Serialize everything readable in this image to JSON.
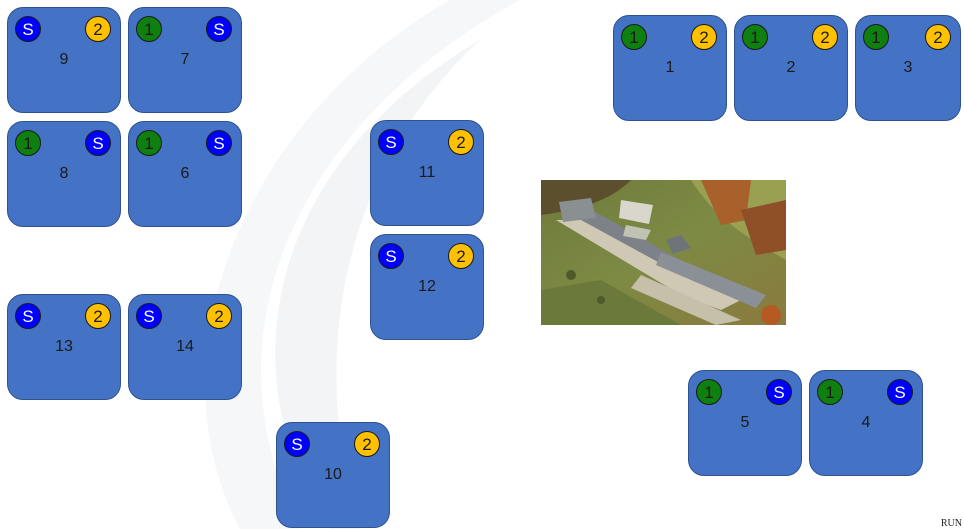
{
  "colors": {
    "card": "#4472c4",
    "card_border": "#2f528f",
    "badge_s": "#0000ff",
    "badge_1": "#0f7f0f",
    "badge_2": "#ffc000"
  },
  "cards": [
    {
      "number": "9",
      "left_badge": "S",
      "right_badge": "2"
    },
    {
      "number": "7",
      "left_badge": "1",
      "right_badge": "S"
    },
    {
      "number": "8",
      "left_badge": "1",
      "right_badge": "S"
    },
    {
      "number": "6",
      "left_badge": "1",
      "right_badge": "S"
    },
    {
      "number": "13",
      "left_badge": "S",
      "right_badge": "2"
    },
    {
      "number": "14",
      "left_badge": "S",
      "right_badge": "2"
    },
    {
      "number": "10",
      "left_badge": "S",
      "right_badge": "2"
    },
    {
      "number": "11",
      "left_badge": "S",
      "right_badge": "2"
    },
    {
      "number": "12",
      "left_badge": "S",
      "right_badge": "2"
    },
    {
      "number": "1",
      "left_badge": "1",
      "right_badge": "2"
    },
    {
      "number": "2",
      "left_badge": "1",
      "right_badge": "2"
    },
    {
      "number": "3",
      "left_badge": "1",
      "right_badge": "2"
    },
    {
      "number": "5",
      "left_badge": "1",
      "right_badge": "S"
    },
    {
      "number": "4",
      "left_badge": "1",
      "right_badge": "S"
    }
  ],
  "footer": {
    "text": "RUN"
  }
}
